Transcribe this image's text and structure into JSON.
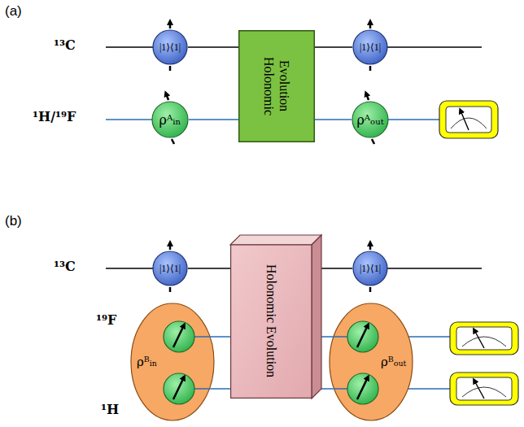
{
  "diagram": {
    "nodes": [
      {
        "text": [
          "|1⟩⟨1|"
        ]
      },
      {
        "text": [
          "Holonomic Evolution"
        ]
      },
      {
        "text": [
          "|1⟩⟨1|"
        ]
      },
      {
        "text": [
          "ρᴬᵢₙ"
        ]
      },
      {
        "text": [
          "ρᴬₒᵤₜ"
        ]
      },
      {
        "text": [
          "|1⟩⟨1|"
        ]
      },
      {
        "text": [
          "Holonomic Evolution"
        ]
      },
      {
        "text": [
          "|1⟩⟨1|"
        ]
      },
      {
        "text": [
          "ρᴮᵢₙ"
        ]
      },
      {
        "text": [
          "ρᴮₒᵤₜ"
        ]
      }
    ],
    "edges": [
      {
        "from": 0,
        "to": 1,
        "arrow": "none"
      },
      {
        "from": 1,
        "to": 2,
        "arrow": "none"
      },
      {
        "from": 3,
        "to": 1,
        "arrow": "none"
      },
      {
        "from": 1,
        "to": 4,
        "arrow": "none"
      },
      {
        "from": 5,
        "to": 6,
        "arrow": "none"
      },
      {
        "from": 6,
        "to": 7,
        "arrow": "none"
      },
      {
        "from": 8,
        "to": 6,
        "arrow": "none"
      },
      {
        "from": 8,
        "to": 6,
        "arrow": "none"
      },
      {
        "from": 6,
        "to": 9,
        "arrow": "none"
      },
      {
        "from": 6,
        "to": 9,
        "arrow": "none"
      }
    ],
    "labels": [
      "(a)",
      "¹³C",
      "¹H/¹⁹F",
      "(b)",
      "¹³C",
      "¹⁹F",
      "¹H"
    ]
  }
}
